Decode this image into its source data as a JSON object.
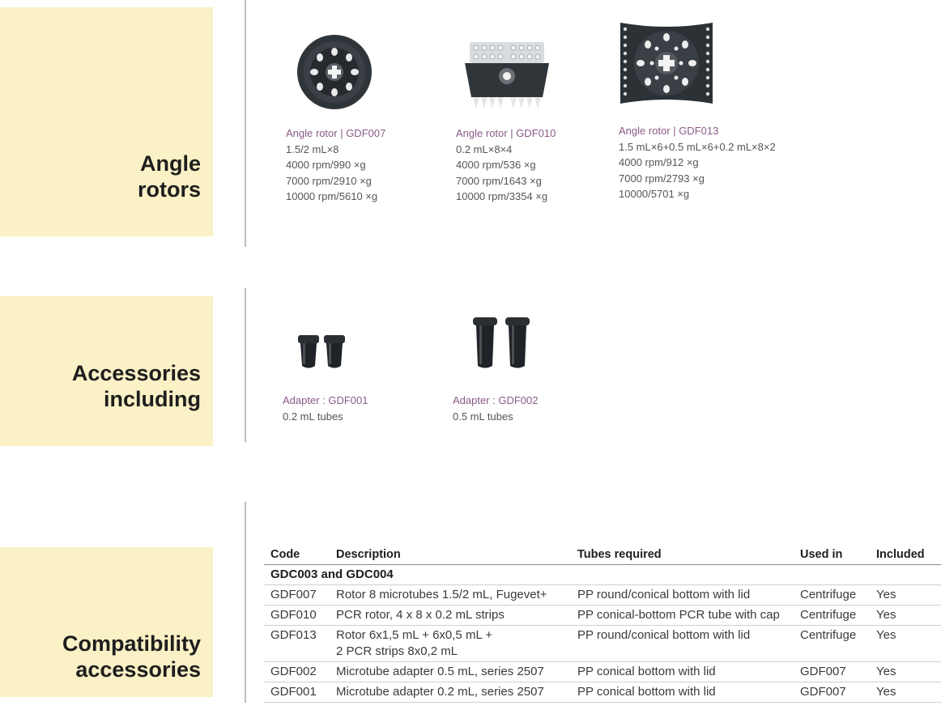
{
  "sections": {
    "angle_rotors": {
      "title_line1": "Angle",
      "title_line2": "rotors"
    },
    "accessories": {
      "title_line1": "Accessories",
      "title_line2": "including"
    },
    "compatibility": {
      "title_line1": "Compatibility",
      "title_line2": "accessories"
    }
  },
  "rotors": [
    {
      "name": "Angle rotor | GDF007",
      "specs": [
        "1.5/2 mL×8",
        "4000 rpm/990 ×g",
        "7000 rpm/2910 ×g",
        "10000 rpm/5610 ×g"
      ]
    },
    {
      "name": "Angle rotor | GDF010",
      "specs": [
        "0.2 mL×8×4",
        "4000 rpm/536 ×g",
        "7000 rpm/1643 ×g",
        "10000 rpm/3354 ×g"
      ]
    },
    {
      "name": "Angle rotor | GDF013",
      "specs": [
        "1.5 mL×6+0.5 mL×6+0.2 mL×8×2",
        "4000 rpm/912 ×g",
        "7000 rpm/2793 ×g",
        "10000/5701 ×g"
      ]
    }
  ],
  "adapters": [
    {
      "name": "Adapter : GDF001",
      "spec": "0.2 mL tubes"
    },
    {
      "name": "Adapter : GDF002",
      "spec": "0.5 mL tubes"
    }
  ],
  "table": {
    "headers": [
      "Code",
      "Description",
      "Tubes required",
      "Used in",
      "Included"
    ],
    "group": "GDC003 and GDC004",
    "rows": [
      {
        "code": "GDF007",
        "desc1": "Rotor 8 microtubes 1.5/2 mL, Fugevet+",
        "desc2": "",
        "tubes": "PP round/conical bottom with lid",
        "used": "Centrifuge",
        "included": "Yes"
      },
      {
        "code": "GDF010",
        "desc1": "PCR rotor, 4 x 8 x 0.2 mL strips",
        "desc2": "",
        "tubes": "PP conical-bottom PCR tube with cap",
        "used": "Centrifuge",
        "included": "Yes"
      },
      {
        "code": "GDF013",
        "desc1": "Rotor 6x1,5 mL + 6x0,5 mL +",
        "desc2": "2 PCR strips 8x0,2 mL",
        "tubes": "PP round/conical bottom with lid",
        "used": "Centrifuge",
        "included": "Yes"
      },
      {
        "code": "GDF002",
        "desc1": "Microtube adapter 0.5 mL, series 2507",
        "desc2": "",
        "tubes": "PP conical bottom with lid",
        "used": "GDF007",
        "included": "Yes"
      },
      {
        "code": "GDF001",
        "desc1": "Microtube adapter 0.2 mL, series 2507",
        "desc2": "",
        "tubes": "PP conical bottom with lid",
        "used": "GDF007",
        "included": "Yes"
      }
    ]
  },
  "colors": {
    "band": "#fbf1c6",
    "caption_name": "#8a5a86",
    "rotor": "#2e3338"
  }
}
